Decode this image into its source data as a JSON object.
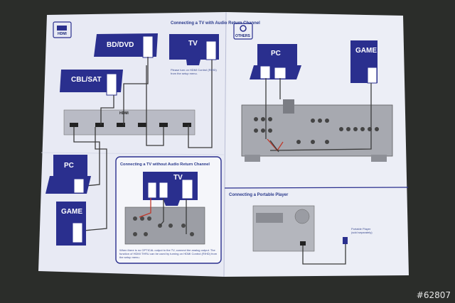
{
  "left_page": {
    "icon_label": "HDMI",
    "arc_title": "Connecting a TV with Audio Return Channel",
    "arc_note": "Please turn on HDMI Control (RIHD) from the setup menu.",
    "devices": {
      "bd": "BD/DVD",
      "cbl": "CBL/SAT",
      "tv": "TV",
      "pc": "PC",
      "game": "GAME"
    },
    "receiver_label": "HDMI",
    "no_arc_title": "Connecting a TV without Audio Return Channel",
    "no_arc_tv": "TV",
    "no_arc_note": "When there is no OPTICAL output to the TV, connect the analog output. The function of HDMI THRU can be used by turning on HDMI Control (RIHD) from the setup menu."
  },
  "right_page": {
    "icon_label": "OTHERS",
    "devices": {
      "pc": "PC",
      "game": "GAME"
    },
    "portable_title": "Connecting a Portable Player",
    "portable_note": "Portable Player (sold separately)"
  },
  "watermark": "#62807",
  "colors": {
    "navy": "#2a2f8e",
    "sheet": "#e9ebf4",
    "background": "#2b2d2a",
    "cable": "#3b3b3b"
  }
}
